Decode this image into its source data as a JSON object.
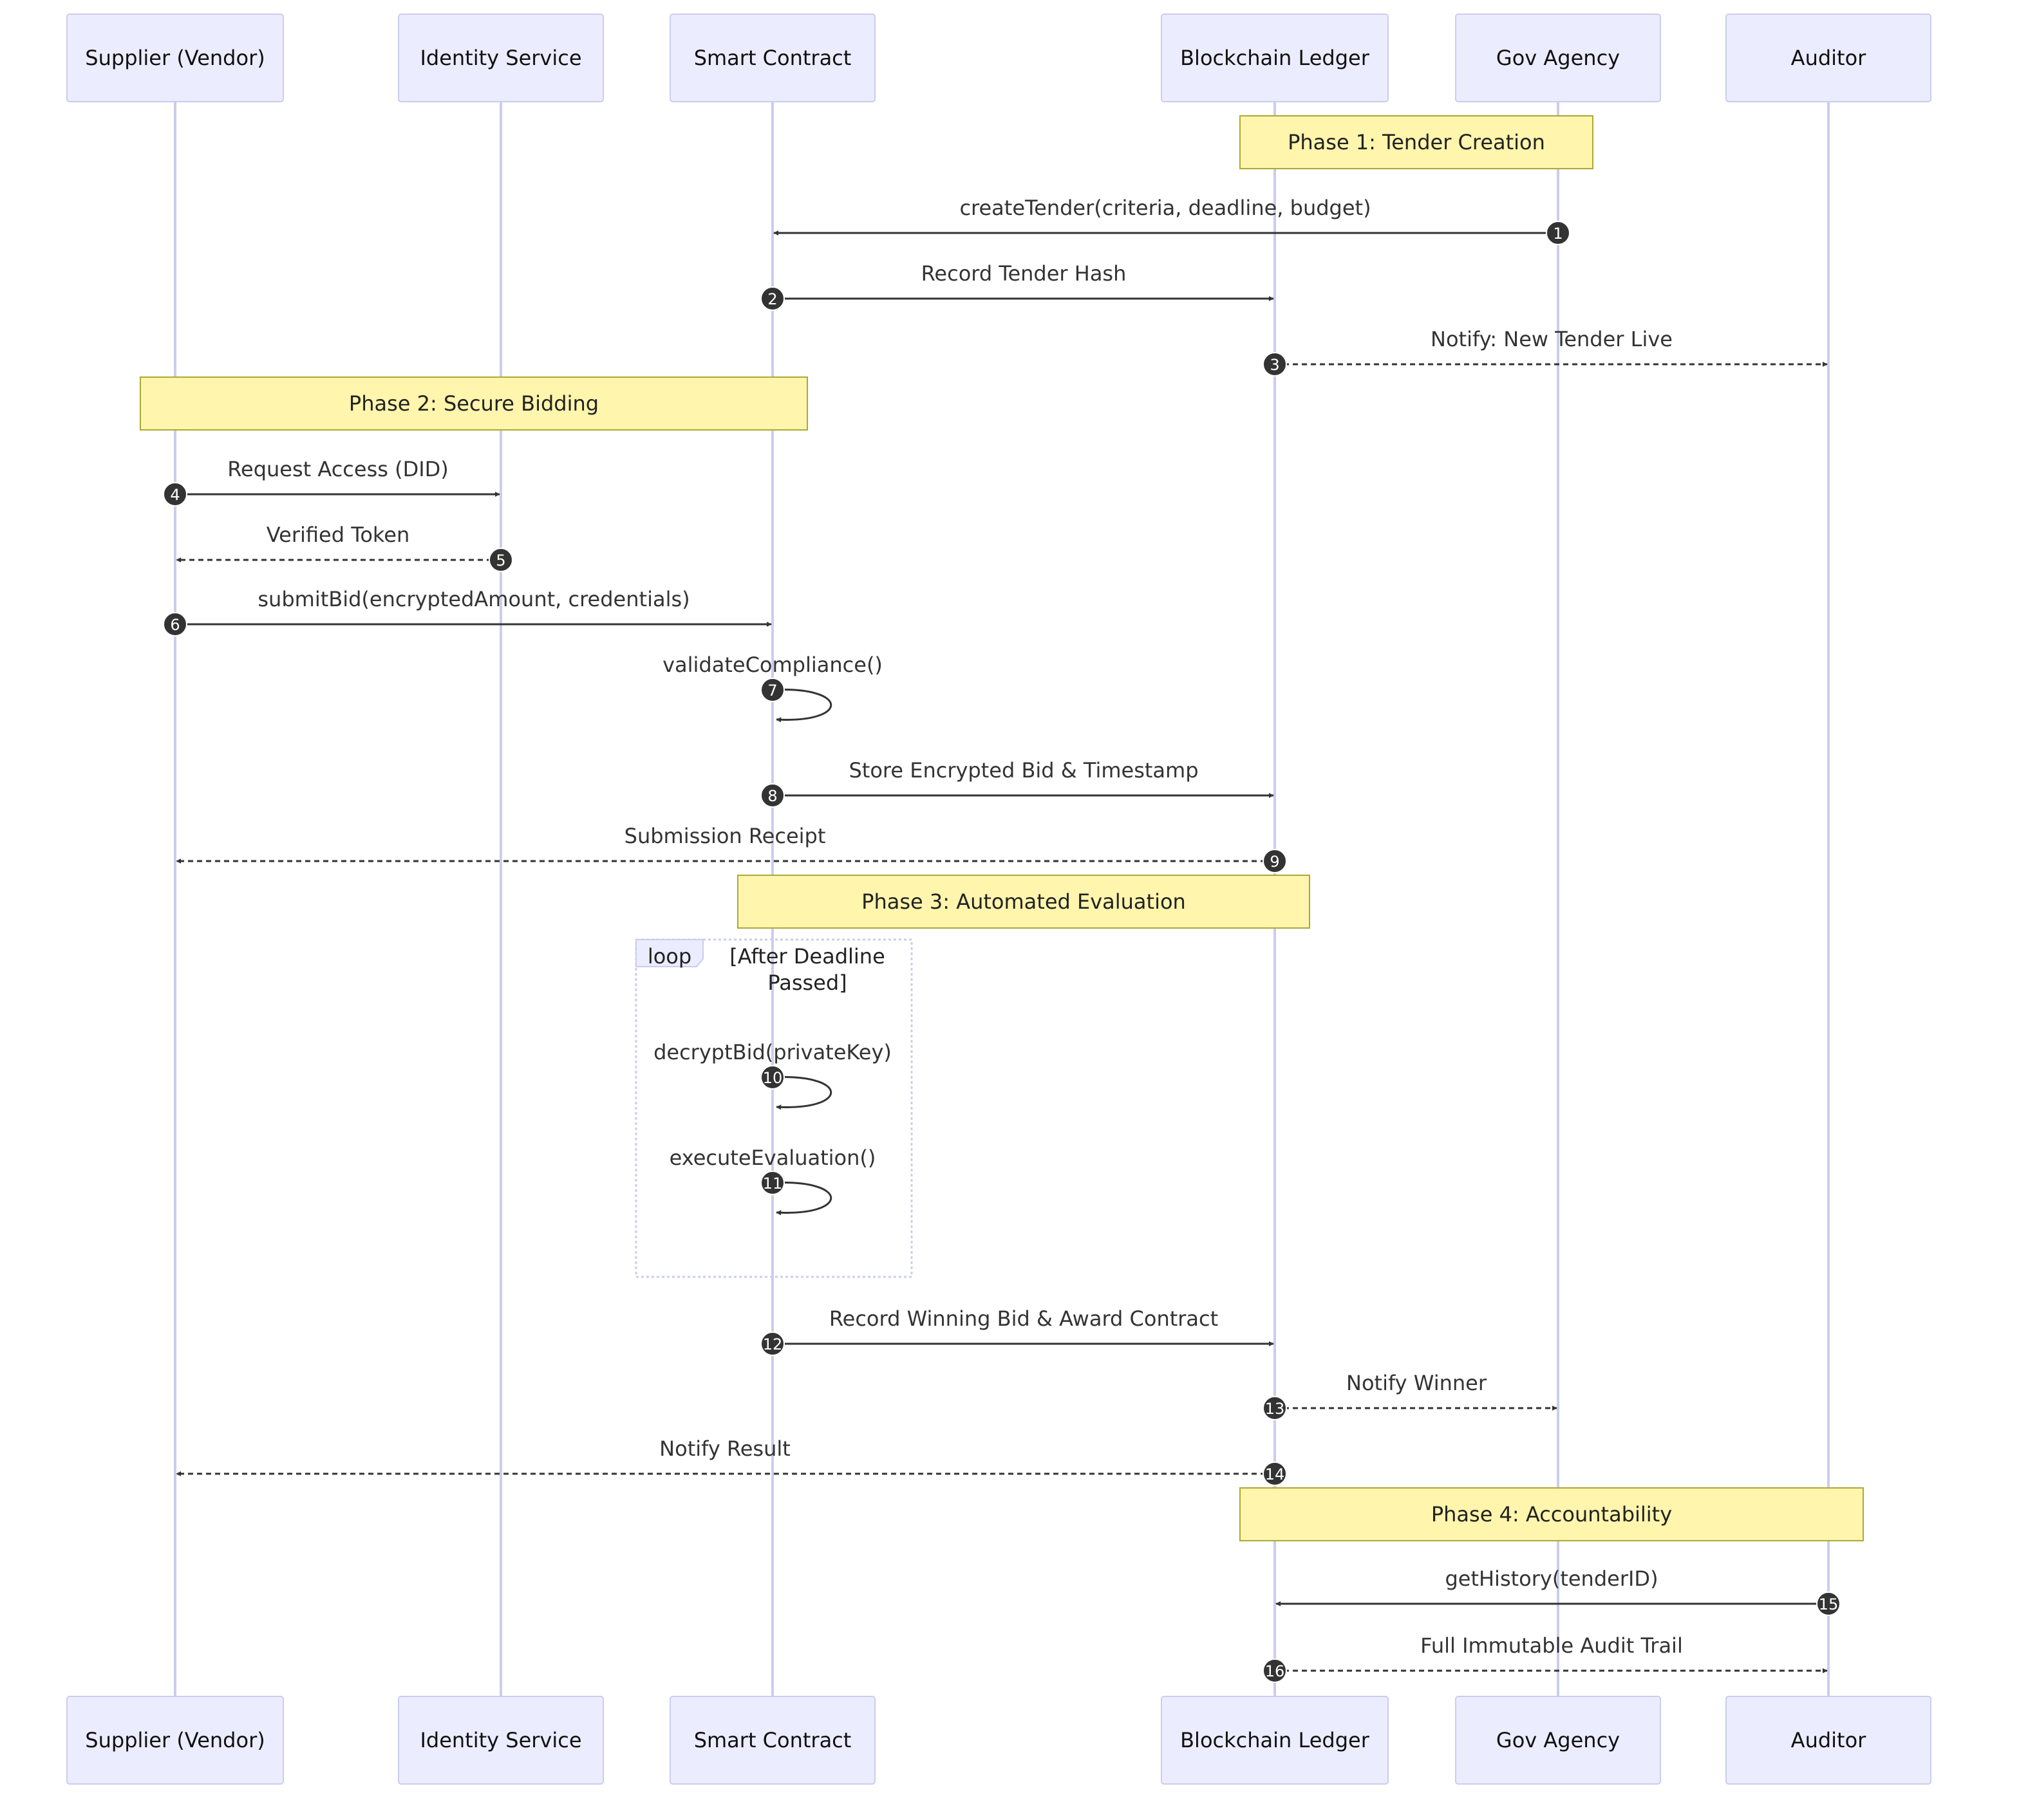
{
  "participants": [
    {
      "id": "supplier",
      "label": "Supplier (Vendor)"
    },
    {
      "id": "identity",
      "label": "Identity Service"
    },
    {
      "id": "contract",
      "label": "Smart Contract"
    },
    {
      "id": "ledger",
      "label": "Blockchain Ledger"
    },
    {
      "id": "agency",
      "label": "Gov Agency"
    },
    {
      "id": "auditor",
      "label": "Auditor"
    }
  ],
  "notes": [
    {
      "text": "Phase 1: Tender Creation",
      "from": "ledger",
      "to": "agency"
    },
    {
      "text": "Phase 2: Secure Bidding",
      "from": "supplier",
      "to": "contract"
    },
    {
      "text": "Phase 3: Automated Evaluation",
      "from": "contract",
      "to": "ledger"
    },
    {
      "text": "Phase 4: Accountability",
      "from": "ledger",
      "to": "auditor"
    }
  ],
  "loop": {
    "tag": "loop",
    "condition_line1": "[After Deadline",
    "condition_line2": "Passed]"
  },
  "messages": [
    {
      "seq": "1",
      "from": "agency",
      "to": "contract",
      "label": "createTender(criteria, deadline, budget)",
      "style": "solid"
    },
    {
      "seq": "2",
      "from": "contract",
      "to": "ledger",
      "label": "Record Tender Hash",
      "style": "solid"
    },
    {
      "seq": "3",
      "from": "ledger",
      "to": "auditor",
      "label": "Notify: New Tender Live",
      "style": "dashed"
    },
    {
      "seq": "4",
      "from": "supplier",
      "to": "identity",
      "label": "Request Access (DID)",
      "style": "solid"
    },
    {
      "seq": "5",
      "from": "identity",
      "to": "supplier",
      "label": "Verified Token",
      "style": "dashed"
    },
    {
      "seq": "6",
      "from": "supplier",
      "to": "contract",
      "label": "submitBid(encryptedAmount, credentials)",
      "style": "solid"
    },
    {
      "seq": "7",
      "from": "contract",
      "to": "contract",
      "label": "validateCompliance()",
      "style": "solid"
    },
    {
      "seq": "8",
      "from": "contract",
      "to": "ledger",
      "label": "Store Encrypted Bid & Timestamp",
      "style": "solid"
    },
    {
      "seq": "9",
      "from": "ledger",
      "to": "supplier",
      "label": "Submission Receipt",
      "style": "dashed"
    },
    {
      "seq": "10",
      "from": "contract",
      "to": "contract",
      "label": "decryptBid(privateKey)",
      "style": "solid"
    },
    {
      "seq": "11",
      "from": "contract",
      "to": "contract",
      "label": "executeEvaluation()",
      "style": "solid"
    },
    {
      "seq": "12",
      "from": "contract",
      "to": "ledger",
      "label": "Record Winning Bid & Award Contract",
      "style": "solid"
    },
    {
      "seq": "13",
      "from": "ledger",
      "to": "agency",
      "label": "Notify Winner",
      "style": "dashed"
    },
    {
      "seq": "14",
      "from": "ledger",
      "to": "supplier",
      "label": "Notify Result",
      "style": "dashed"
    },
    {
      "seq": "15",
      "from": "auditor",
      "to": "ledger",
      "label": "getHistory(tenderID)",
      "style": "solid"
    },
    {
      "seq": "16",
      "from": "ledger",
      "to": "auditor",
      "label": "Full Immutable Audit Trail",
      "style": "dashed"
    }
  ]
}
